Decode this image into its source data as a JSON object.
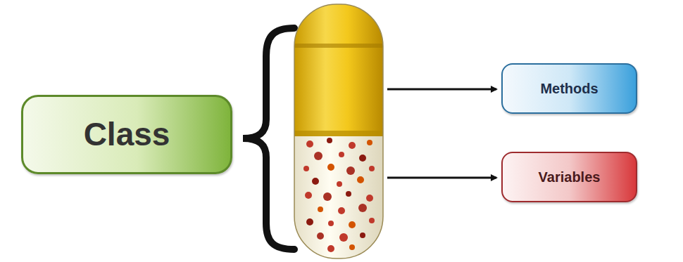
{
  "diagram": {
    "nodes": [
      {
        "text": [
          "Class"
        ]
      },
      {
        "text": [
          "Methods"
        ]
      },
      {
        "text": [
          "Variables"
        ]
      }
    ]
  }
}
